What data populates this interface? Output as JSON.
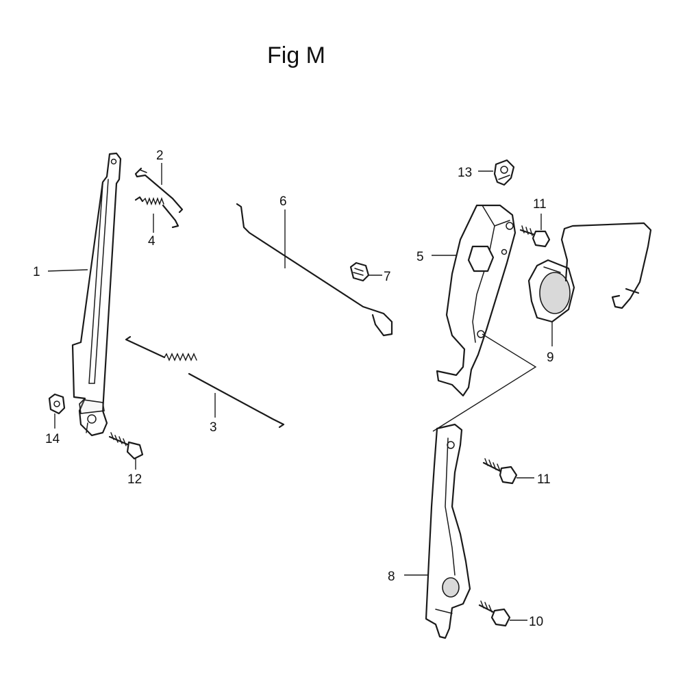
{
  "figure": {
    "title": "Fig M"
  },
  "callouts": {
    "c1": "1",
    "c2": "2",
    "c3": "3",
    "c4": "4",
    "c5": "5",
    "c6": "6",
    "c7": "7",
    "c8": "8",
    "c9": "9",
    "c10": "10",
    "c11a": "11",
    "c11b": "11",
    "c12": "12",
    "c13": "13",
    "c14": "14"
  }
}
